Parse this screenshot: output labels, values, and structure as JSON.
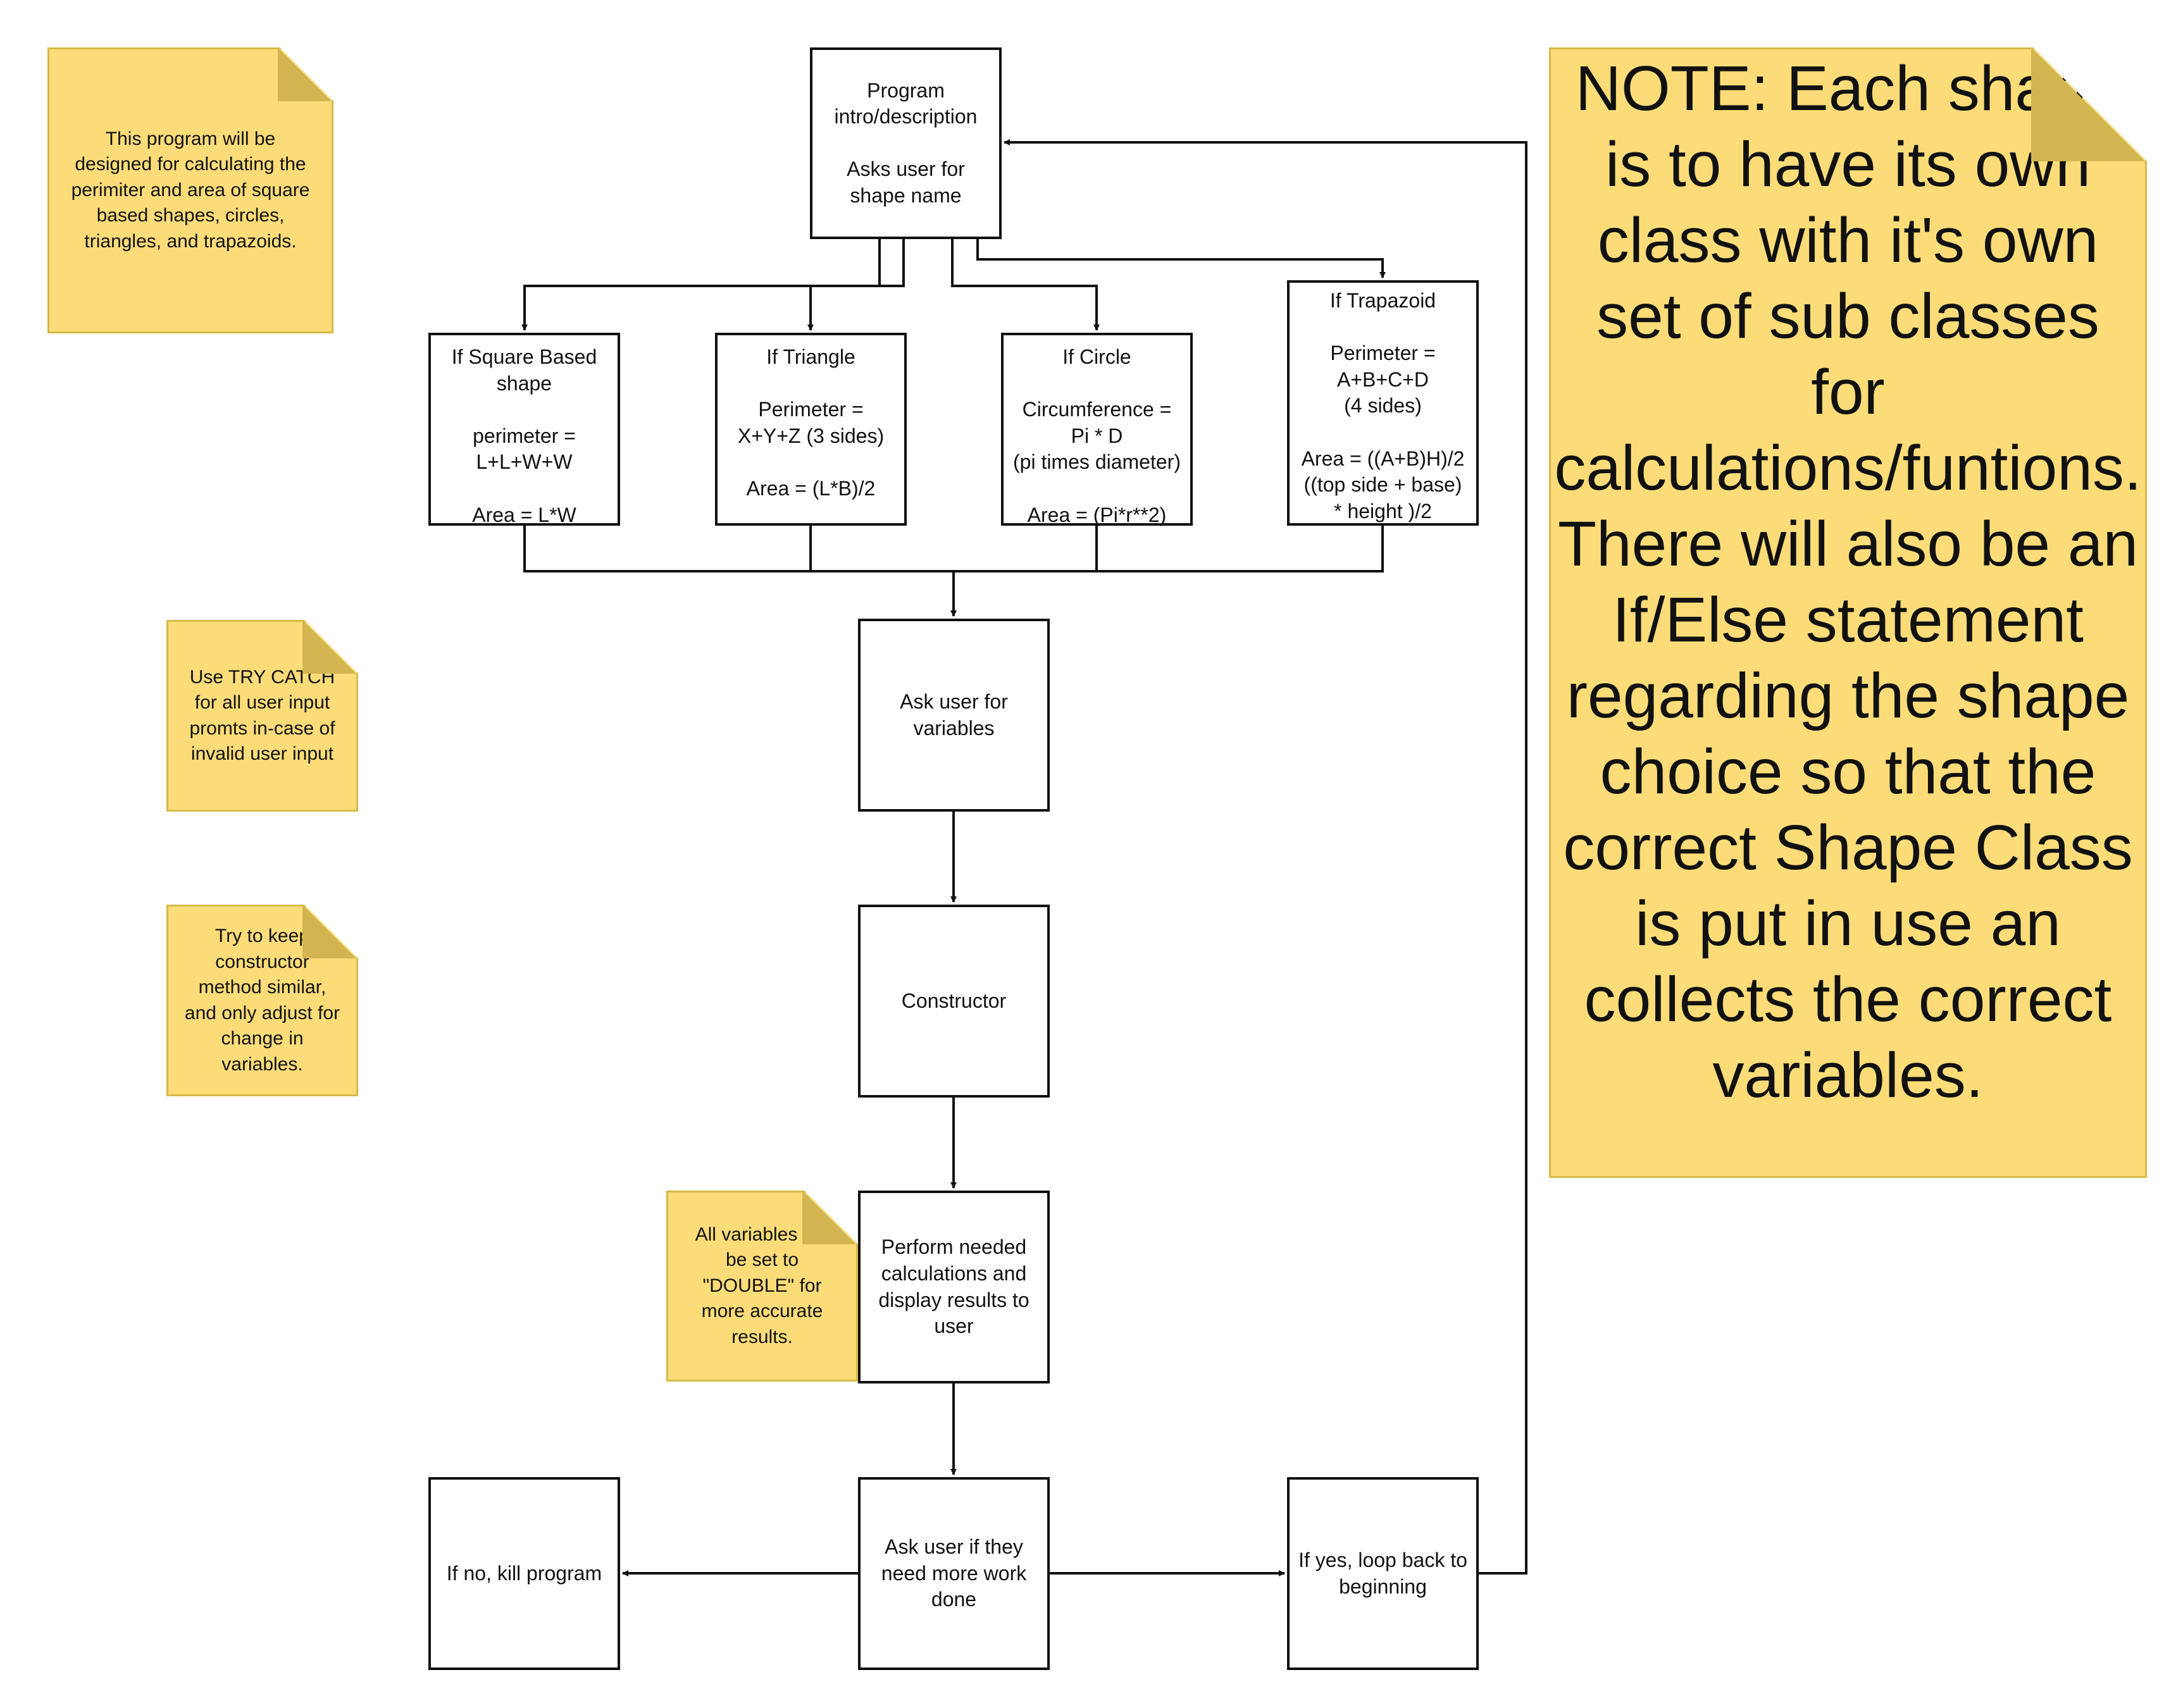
{
  "colors": {
    "note_fill": "#fbdc78",
    "note_border": "#d6b94a",
    "note_fold": "#d2b550",
    "line": "#111111"
  },
  "nodes": {
    "intro": "Program\nintro/description\n\nAsks user for\nshape name",
    "square": "If Square Based\nshape\n\nperimeter =\nL+L+W+W\n\nArea = L*W",
    "triangle": "If Triangle\n\nPerimeter =\nX+Y+Z (3 sides)\n\nArea = (L*B)/2",
    "circle": "If Circle\n\nCircumference =\nPi * D\n(pi times diameter)\n\nArea = (Pi*r**2)",
    "trapezoid": "If Trapazoid\n\nPerimeter =\nA+B+C+D\n(4 sides)\n\nArea = ((A+B)H)/2\n((top side + base)\n* height )/2",
    "ask_vars": "Ask user for\nvariables",
    "constructor": "Constructor",
    "perform": "Perform needed\ncalculations and\ndisplay results to\nuser",
    "ask_more": "Ask user if they\nneed more work\ndone",
    "no": "If no, kill program",
    "yes": "If yes, loop back to\nbeginning"
  },
  "notes": {
    "program": "This program will be\ndesigned for calculating the\nperimiter and area of square\nbased shapes, circles,\ntriangles, and trapazoids.",
    "try_catch": "Use TRY CATCH\nfor all user input\npromts in-case of\ninvalid user input",
    "constructor_tip": "Try to keep\nconstructor\nmethod similar,\nand only adjust for\nchange in\nvariables.",
    "double": "All variables will\nbe set to\n\"DOUBLE\" for\nmore accurate\nresults.",
    "main": "NOTE: Each shape is to have its own class with it's own set of sub classes for calculations/funtions. There will also be an If/Else statement regarding the shape choice so that the correct Shape Class is put in use an collects the correct variables."
  }
}
